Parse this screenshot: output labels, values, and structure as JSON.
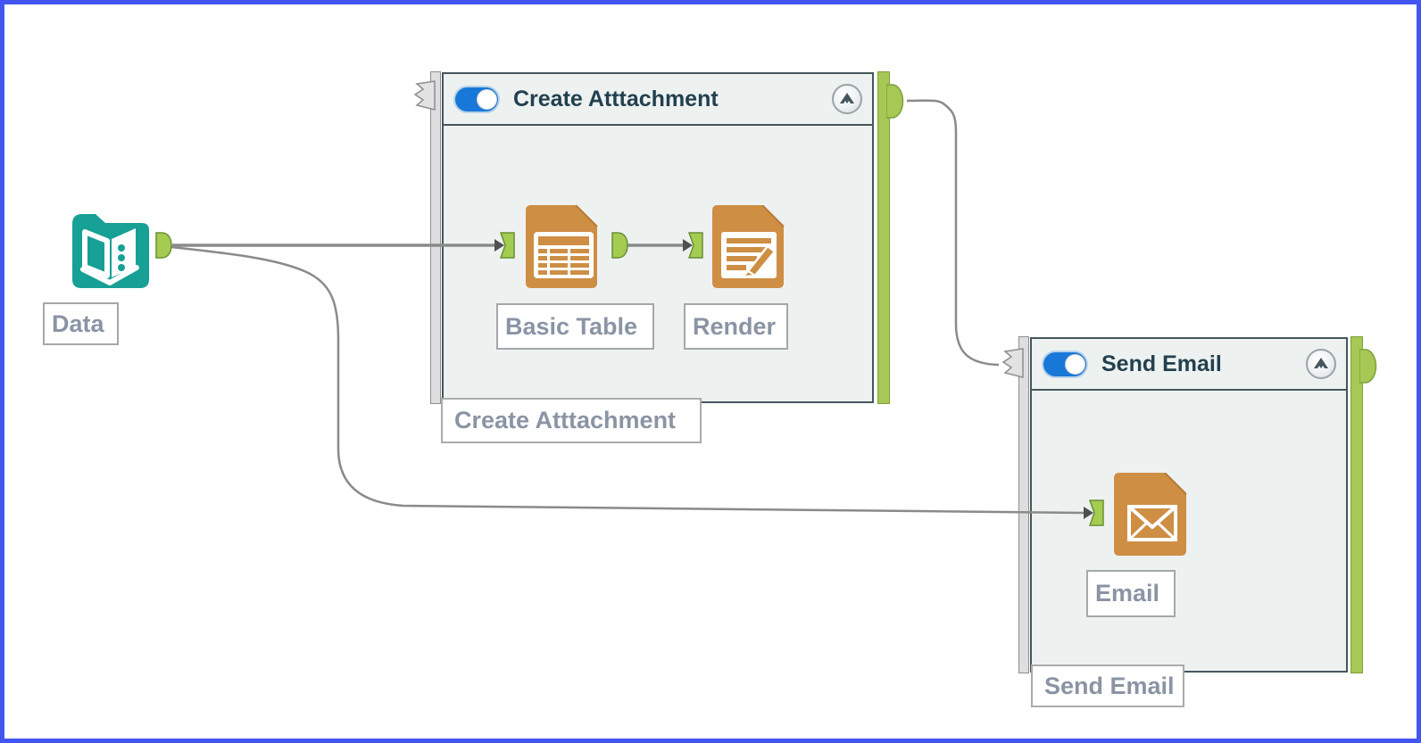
{
  "workflow": {
    "data_tool": {
      "label": "Data"
    },
    "create_attachment_container": {
      "title": "Create Atttachment",
      "caption": "Create Atttachment",
      "enabled_toggle": "on"
    },
    "basic_table_tool": {
      "label": "Basic Table"
    },
    "render_tool": {
      "label": "Render"
    },
    "send_email_container": {
      "title": "Send Email",
      "caption": "Send Email",
      "enabled_toggle": "on"
    },
    "email_tool": {
      "label": "Email"
    }
  },
  "colors": {
    "screenshot_border": "#4355F0",
    "toggle_blue": "#1878D8",
    "container_fill": "#EDF2F1",
    "container_border": "#45565C",
    "green_bar": "#A7C854",
    "anchor_green": "#A3CC51",
    "tool_orange": "#CE8E44",
    "data_teal": "#17A095",
    "wire_gray": "#8A8A8A",
    "title_text": "#23404F",
    "label_text": "#8A94A4"
  }
}
